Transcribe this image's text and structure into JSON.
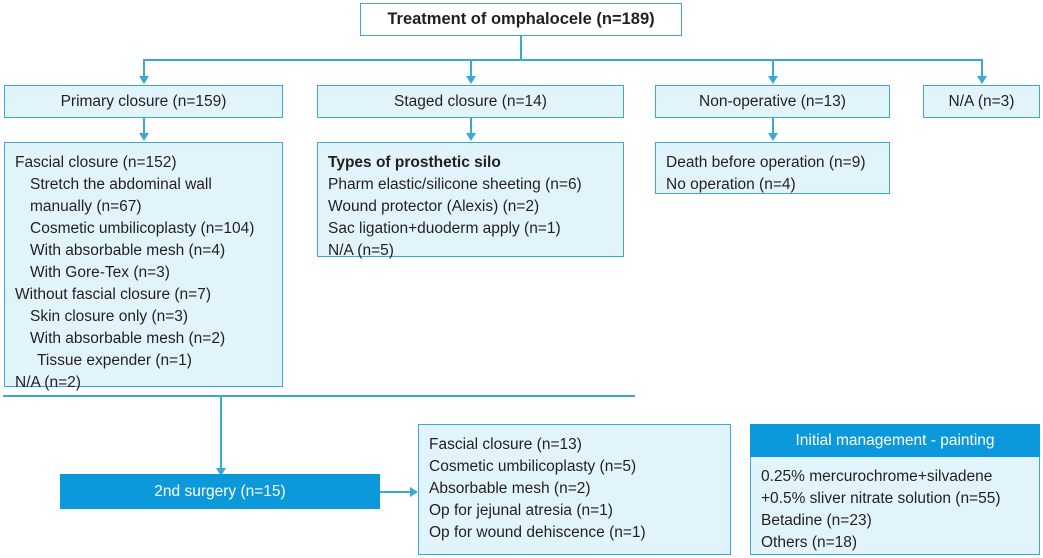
{
  "root": {
    "label": "Treatment of omphalocele (n=189)"
  },
  "branches": [
    {
      "label": "Primary closure (n=159)"
    },
    {
      "label": "Staged closure (n=14)"
    },
    {
      "label": "Non-operative (n=13)"
    },
    {
      "label": "N/A (n=3)"
    }
  ],
  "primary_detail": {
    "lines": [
      "Fascial closure (n=152)",
      "Stretch the abdominal wall",
      "manually (n=67)",
      "Cosmetic umbilicoplasty (n=104)",
      "With absorbable mesh (n=4)",
      "With Gore-Tex (n=3)",
      "Without fascial closure (n=7)",
      "Skin closure only (n=3)",
      "With absorbable mesh (n=2)",
      "Tissue expender (n=1)",
      "N/A (n=2)"
    ]
  },
  "staged_detail": {
    "heading": "Types of prosthetic silo",
    "lines": [
      "Pharm elastic/silicone sheeting (n=6)",
      "Wound protector (Alexis) (n=2)",
      "Sac ligation+duoderm apply (n=1)",
      "N/A (n=5)"
    ]
  },
  "nonoperative_detail": {
    "lines": [
      "Death before operation (n=9)",
      "No operation (n=4)"
    ]
  },
  "second_surgery": {
    "label": "2nd surgery (n=15)"
  },
  "second_surgery_detail": {
    "lines": [
      "Fascial closure (n=13)",
      "Cosmetic umbilicoplasty (n=5)",
      "Absorbable mesh (n=2)",
      "Op for jejunal atresia (n=1)",
      "Op for wound dehiscence (n=1)"
    ]
  },
  "initial_management": {
    "heading": "Initial management - painting",
    "lines": [
      "0.25% mercurochrome+silvadene",
      "+0.5% sliver nitrate solution (n=55)",
      "Betadine (n=23)",
      "Others (n=18)"
    ]
  },
  "colors": {
    "accent": "#0c99dc",
    "border": "#3aa9d8",
    "fill": "#e2f4fb",
    "text": "#231f20",
    "white": "#ffffff"
  }
}
